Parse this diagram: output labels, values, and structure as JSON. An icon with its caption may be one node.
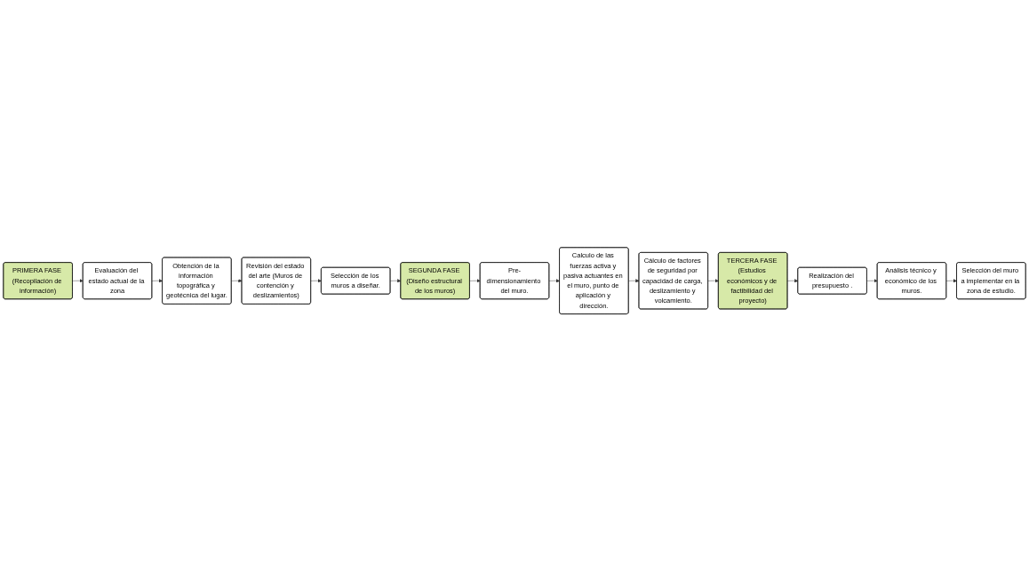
{
  "diagram": {
    "nodes": [
      {
        "text": [
          "PRIMERA FASE (Recopilación de información)"
        ]
      },
      {
        "text": [
          "Evaluación del estado actual de la zona"
        ]
      },
      {
        "text": [
          "Obtención de la información topográfica y geotécnica del lugar."
        ]
      },
      {
        "text": [
          "Revisión del estado del arte (Muros de contención y deslizamientos)"
        ]
      },
      {
        "text": [
          "Selección de los muros a diseñar."
        ]
      },
      {
        "text": [
          "SEGUNDA FASE (Diseño estructural de los muros)"
        ]
      },
      {
        "text": [
          "Pre-dimensionamiento del muro."
        ]
      },
      {
        "text": [
          "Calculo de las fuerzas activa y pasiva actuantes en el muro, punto de aplicación y dirección."
        ]
      },
      {
        "text": [
          "Cálculo de factores de seguridad por capacidad de carga, deslizamiento y volcamiento."
        ]
      },
      {
        "text": [
          "TERCERA FASE (Estudios económicos y de factibilidad del proyecto)"
        ]
      },
      {
        "text": [
          "Realización del presupuesto ."
        ]
      },
      {
        "text": [
          "Análisis técnico y económico de los muros."
        ]
      },
      {
        "text": [
          "Selección del muro a implementar en la zona de estudio."
        ]
      }
    ],
    "edges": [
      {
        "from": 0,
        "to": 1,
        "arrow": "to"
      },
      {
        "from": 1,
        "to": 2,
        "arrow": "to"
      },
      {
        "from": 2,
        "to": 3,
        "arrow": "to"
      },
      {
        "from": 3,
        "to": 4,
        "arrow": "to"
      },
      {
        "from": 4,
        "to": 5,
        "arrow": "to"
      },
      {
        "from": 5,
        "to": 6,
        "arrow": "to"
      },
      {
        "from": 6,
        "to": 7,
        "arrow": "to"
      },
      {
        "from": 7,
        "to": 8,
        "arrow": "to"
      },
      {
        "from": 8,
        "to": 9,
        "arrow": "to"
      },
      {
        "from": 9,
        "to": 10,
        "arrow": "to"
      },
      {
        "from": 10,
        "to": 11,
        "arrow": "to"
      },
      {
        "from": 11,
        "to": 12,
        "arrow": "to"
      }
    ]
  }
}
